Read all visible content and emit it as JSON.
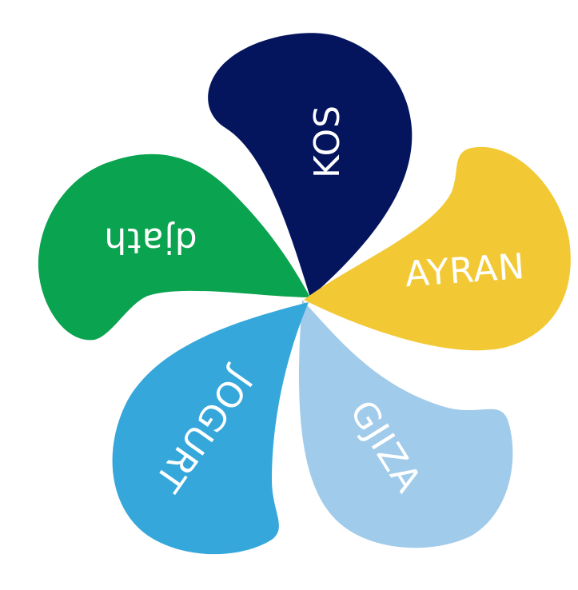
{
  "diagram": {
    "petals": [
      {
        "id": "kos",
        "label": "KOS",
        "color": "#04155E"
      },
      {
        "id": "ayran",
        "label": "AYRAN",
        "color": "#F2C935"
      },
      {
        "id": "gjiza",
        "label": "GJIZA",
        "color": "#A1CBEA"
      },
      {
        "id": "jogurt",
        "label": "JOGURT",
        "color": "#35A7DA"
      },
      {
        "id": "djath",
        "label": "djath",
        "color": "#0AA34F"
      }
    ]
  }
}
